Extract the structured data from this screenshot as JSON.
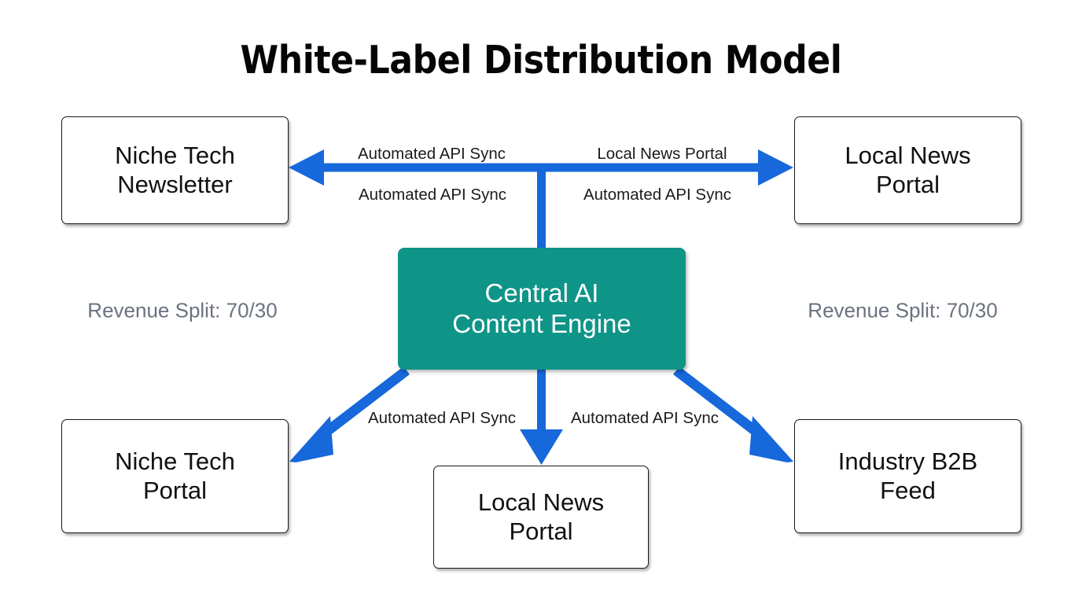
{
  "diagram": {
    "title": "White-Label Distribution Model",
    "background_color": "#ffffff",
    "accent_arrow_color": "#1668db",
    "central_node_color": "#0f9488",
    "muted_label_color": "#6b7280",
    "nodes": [
      {
        "id": "niche-tech-newsletter",
        "line1": "Niche Tech",
        "line2": "Newsletter",
        "style": "plain"
      },
      {
        "id": "local-news-portal-top",
        "line1": "Local News",
        "line2": "Portal",
        "style": "plain"
      },
      {
        "id": "central-ai-engine",
        "line1": "Central AI",
        "line2": "Content Engine",
        "style": "central"
      },
      {
        "id": "niche-tech-portal",
        "line1": "Niche Tech",
        "line2": "Portal",
        "style": "plain"
      },
      {
        "id": "local-news-portal-bot",
        "line1": "Local News",
        "line2": "Portal",
        "style": "plain"
      },
      {
        "id": "industry-b2b-feed",
        "line1": "Industry B2B",
        "line2": "Feed",
        "style": "plain"
      }
    ],
    "edge_labels": {
      "top_left_above": "Automated API Sync",
      "top_right_above": "Local News Portal",
      "top_left_below": "Automated API Sync",
      "top_right_below": "Automated API Sync",
      "bottom_left": "Automated API Sync",
      "bottom_right": "Automated API Sync"
    },
    "annotations": {
      "revenue_split_left": "Revenue Split: 70/30",
      "revenue_split_right": "Revenue Split: 70/30"
    }
  }
}
